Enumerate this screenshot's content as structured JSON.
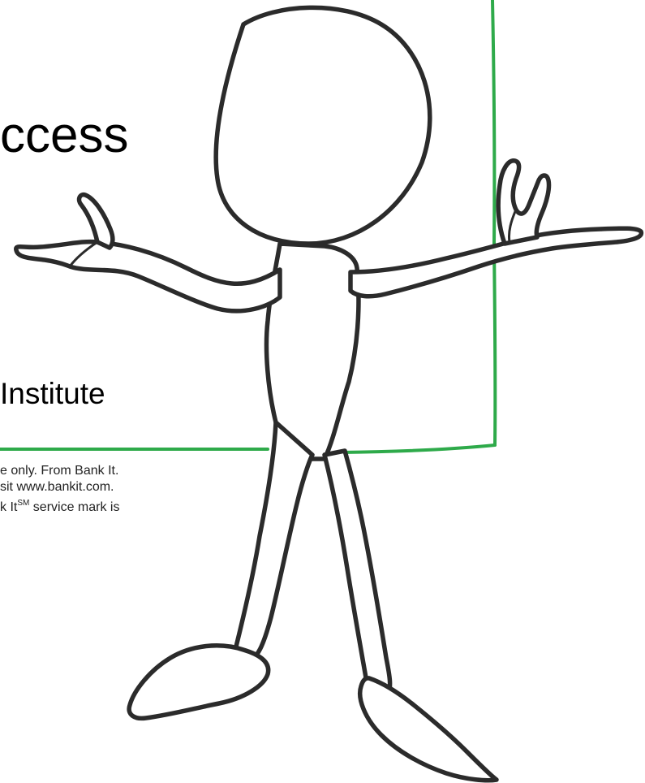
{
  "slide": {
    "title_fragment": "ccess",
    "subtitle_fragment": "Institute",
    "fine_print": {
      "line1": "e only. From Bank It.",
      "line2": "sit www.bankit.com.",
      "line3_prefix": "k It",
      "line3_superscript": "SM",
      "line3_suffix": " service mark is"
    }
  },
  "colors": {
    "frame_green": "#2eaa4a",
    "outline": "#2b2b2b"
  },
  "icons": {
    "character": "shrugging-stick-figure"
  }
}
